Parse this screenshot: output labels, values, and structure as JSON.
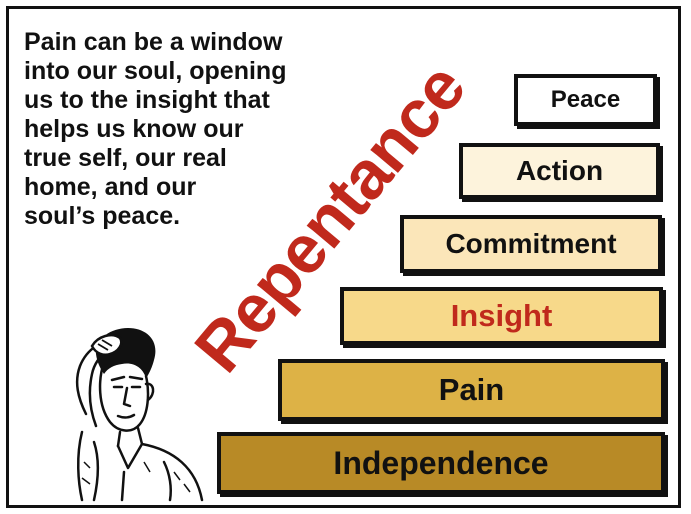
{
  "quote": "Pain can be a window\ninto our soul, opening\nus to the insight that\nhelps us know our\ntrue self, our real\nhome, and our\nsoul’s peace.",
  "diagonal_label": "Repentance",
  "steps": [
    {
      "label": "Peace"
    },
    {
      "label": "Action"
    },
    {
      "label": "Commitment"
    },
    {
      "label": "Insight"
    },
    {
      "label": "Pain"
    },
    {
      "label": "Independence"
    }
  ],
  "colors": {
    "accent_red": "#c0291c",
    "step_peace": "#ffffff",
    "step_action": "#fdf3dc",
    "step_commitment": "#fbe6b9",
    "step_insight": "#f7d98a",
    "step_pain": "#ddb246",
    "step_independence": "#b88a26"
  },
  "illustration": "thinking-boy-sketch"
}
